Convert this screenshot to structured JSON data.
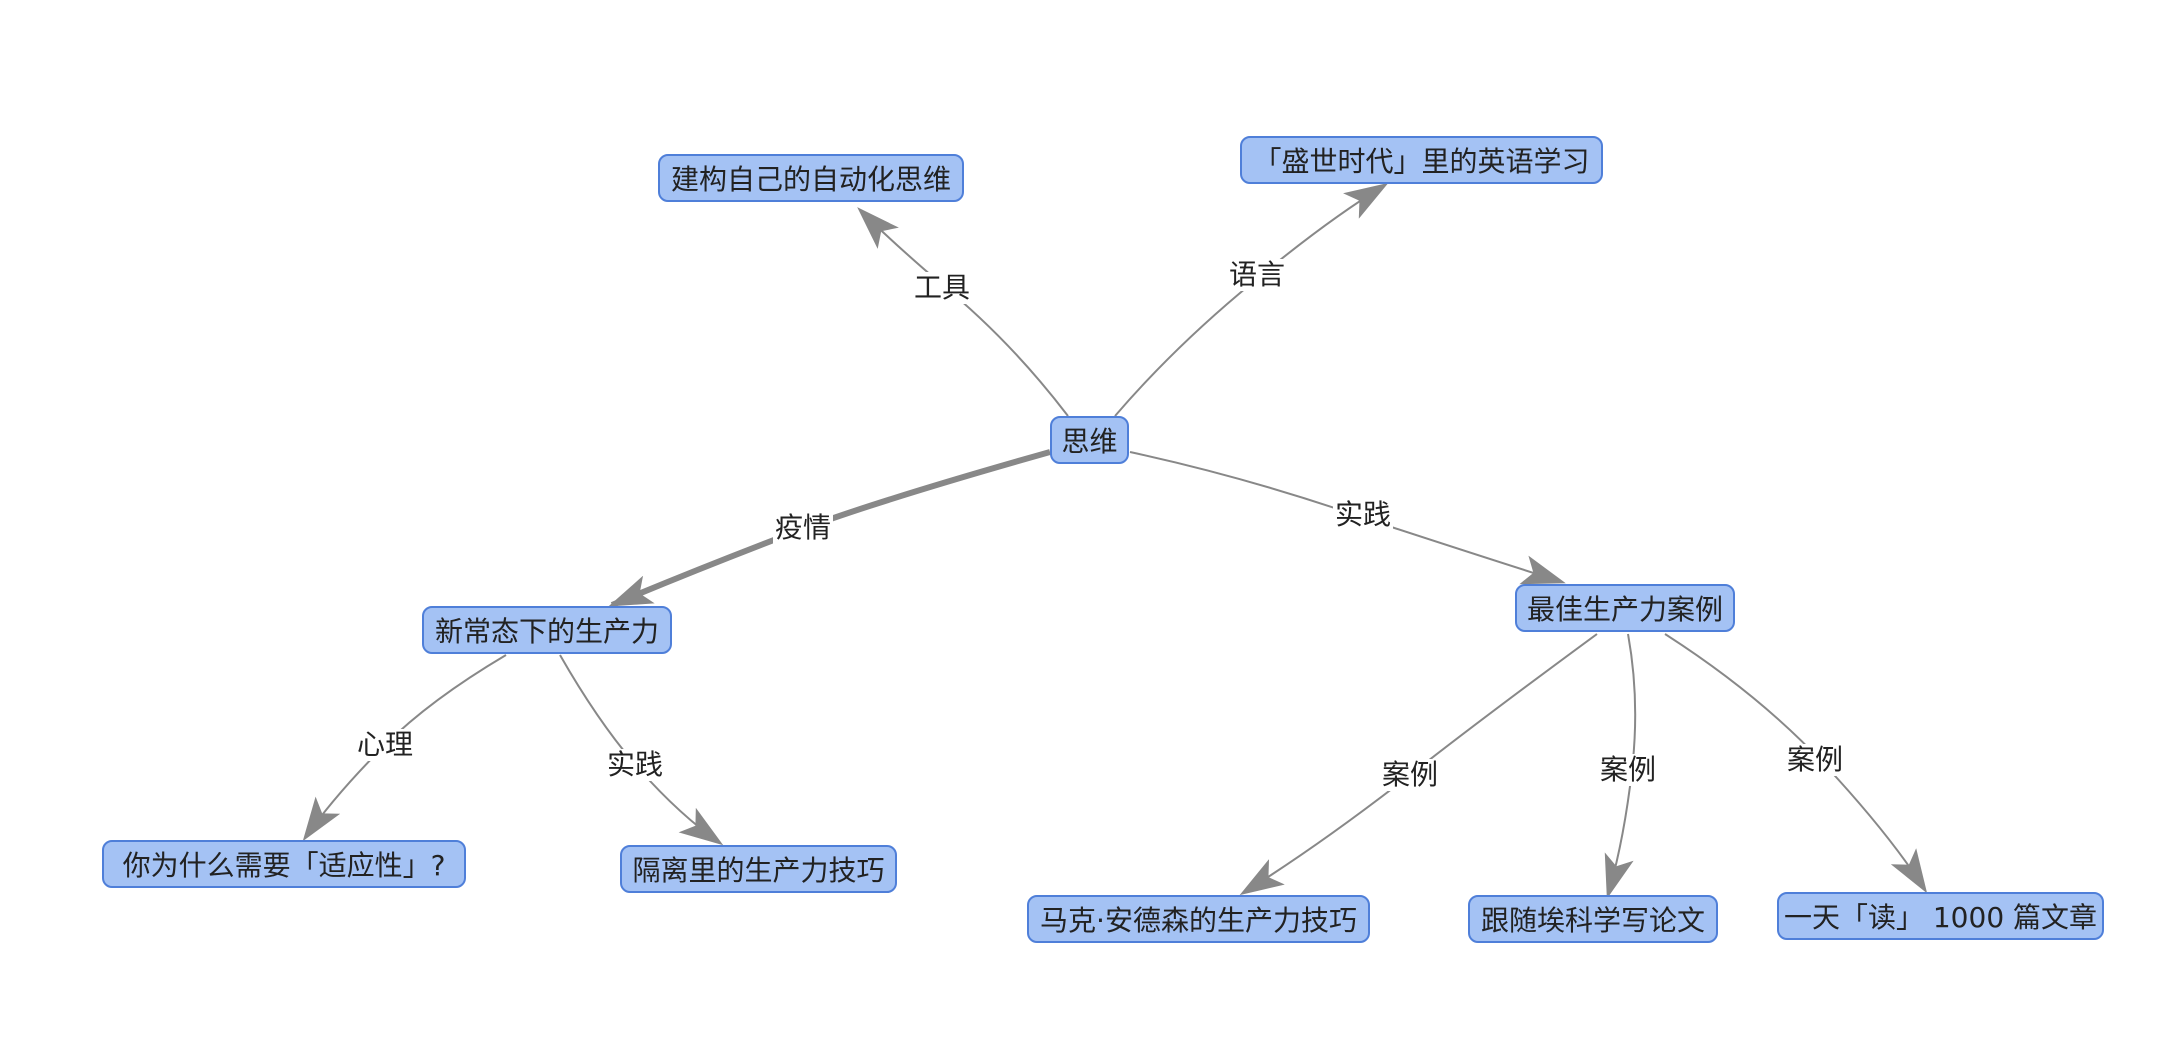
{
  "colors": {
    "node_fill": "#a4c2f4",
    "node_border": "#4f7fd9",
    "edge": "#888888",
    "text": "#222222"
  },
  "nodes": {
    "root": "思维",
    "auto_thinking": "建构自己的自动化思维",
    "english": "「盛世时代」里的英语学习",
    "new_normal": "新常态下的生产力",
    "best_cases": "最佳生产力案例",
    "adaptability": "你为什么需要「适应性」?",
    "quarantine": "隔离里的生产力技巧",
    "marc": "马克·安德森的生产力技巧",
    "science": "跟随埃科学写论文",
    "read_1000": "一天「读」 1000 篇文章"
  },
  "edges": {
    "tools": "工具",
    "language": "语言",
    "epidemic": "疫情",
    "practice_main": "实践",
    "psychology": "心理",
    "practice_sub": "实践",
    "case1": "案例",
    "case2": "案例",
    "case3": "案例"
  }
}
